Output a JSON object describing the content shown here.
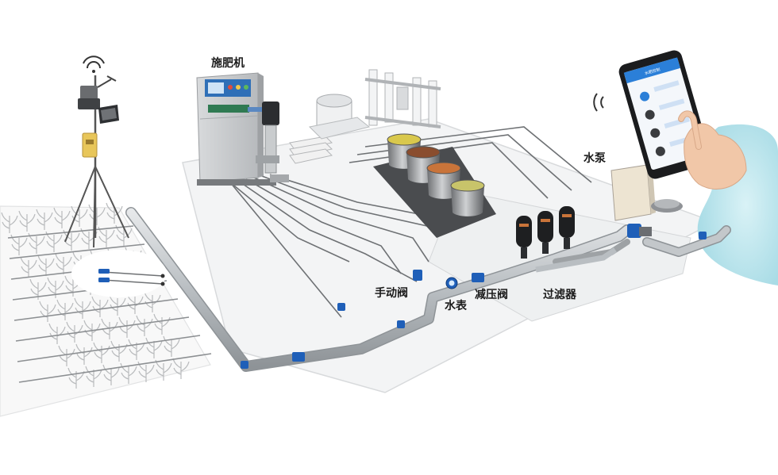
{
  "labels": {
    "fertilizer_machine": "施肥机",
    "water_pump": "水泵",
    "manual_valve": "手动阀",
    "water_meter": "水表",
    "pressure_reducing_valve": "减压阀",
    "filter": "过滤器"
  },
  "phone_screen": {
    "title": "水肥控制"
  },
  "colors": {
    "pipe": "#b9bec2",
    "valve": "#1f5fb8",
    "phone_screen": "#2b7fd8",
    "tank_yellow": "#d9c84c",
    "tank_orange": "#c9743a",
    "tank_brown": "#8a4d2e",
    "tank_green": "#c8c46a",
    "water": "#bfe6ee"
  }
}
